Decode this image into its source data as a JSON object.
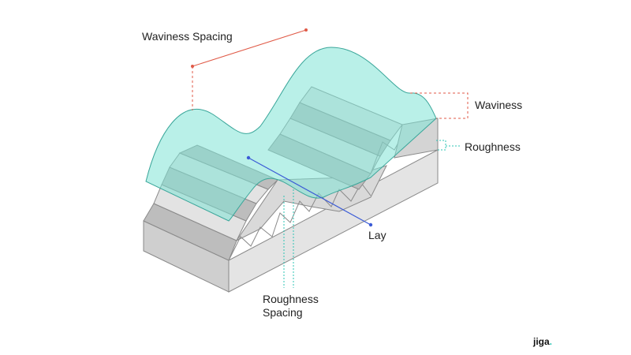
{
  "labels": {
    "waviness_spacing": "Waviness Spacing",
    "waviness": "Waviness",
    "roughness": "Roughness",
    "lay": "Lay",
    "roughness_spacing_line1": "Roughness",
    "roughness_spacing_line2": "Spacing"
  },
  "logo": {
    "text": "jiga",
    "dot": "."
  },
  "colors": {
    "block_light": "#e6e6e6",
    "block_mid": "#cfcfcf",
    "block_dark": "#a9a9a9",
    "wave_fill": "#7fe3d6",
    "wave_stroke": "#3aa69a",
    "marker_red": "#e05a47",
    "marker_teal": "#2cc4b4",
    "marker_blue": "#3b5bd6"
  }
}
